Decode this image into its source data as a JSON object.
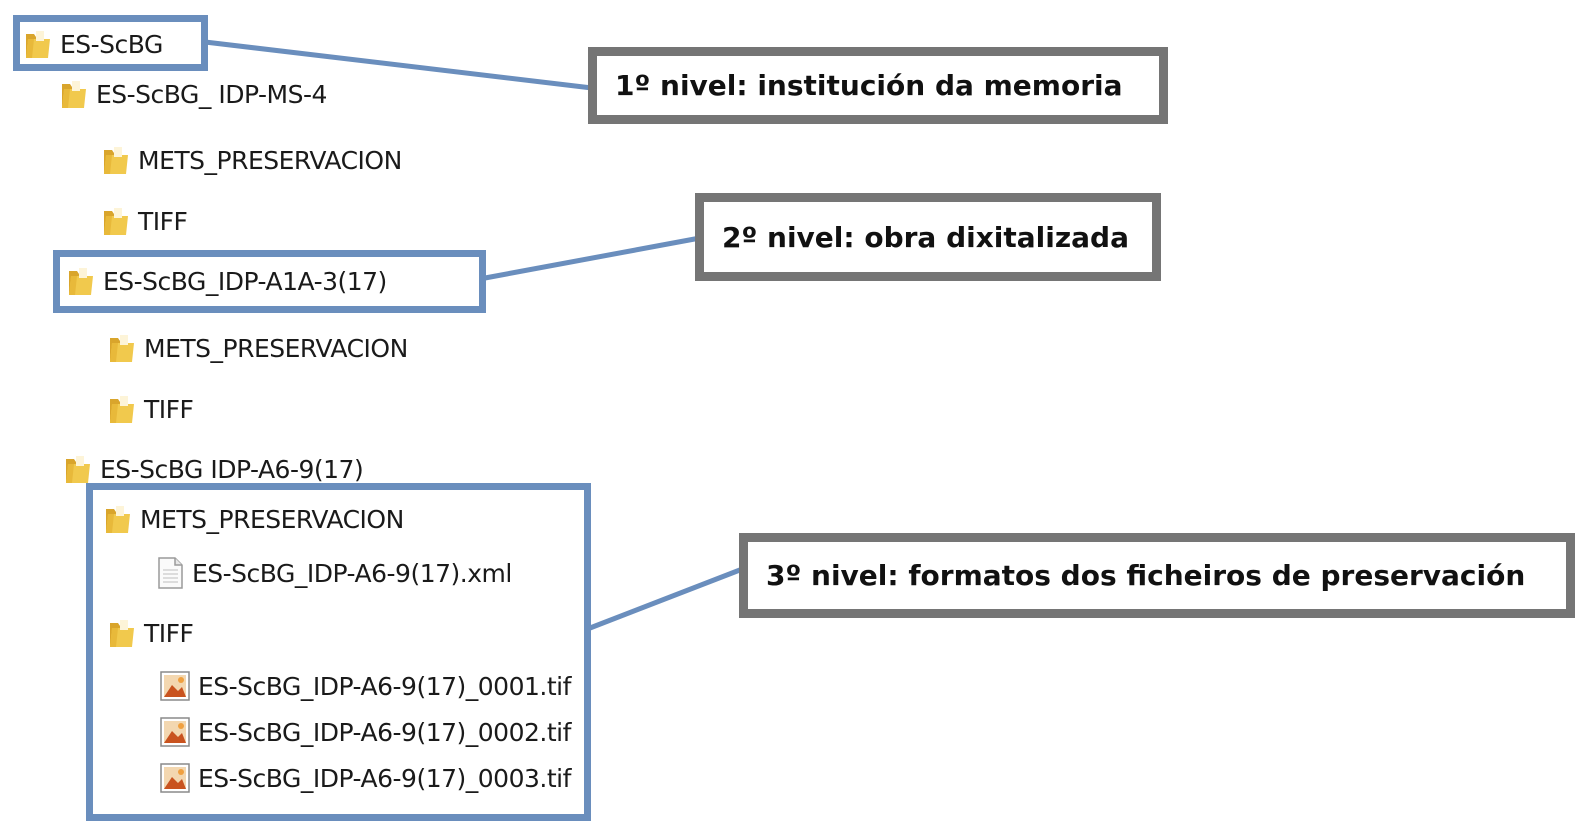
{
  "tree": {
    "root": "ES-ScBG",
    "work1": {
      "name": "ES-ScBG_ IDP-MS-4",
      "children": [
        "METS_PRESERVACION",
        "TIFF"
      ]
    },
    "work2": {
      "name": "ES-ScBG_IDP-A1A-3(17)",
      "children": [
        "METS_PRESERVACION",
        "TIFF"
      ]
    },
    "work3": {
      "name": "ES-ScBG IDP-A6-9(17)",
      "mets_folder": "METS_PRESERVACION",
      "xml_file": "ES-ScBG_IDP-A6-9(17).xml",
      "tiff_folder": "TIFF",
      "tif_files": [
        "ES-ScBG_IDP-A6-9(17)_0001.tif",
        "ES-ScBG_IDP-A6-9(17)_0002.tif",
        "ES-ScBG_IDP-A6-9(17)_0003.tif"
      ]
    }
  },
  "callouts": {
    "level1": "1º nivel: institución da memoria",
    "level2": "2º nivel: obra dixitalizada",
    "level3": "3º nivel: formatos dos ficheiros de preservación"
  },
  "colors": {
    "highlight_border": "#6a8ebd",
    "callout_border": "#757575",
    "folder": "#e8b93a"
  },
  "icons": {
    "folder": "folder-icon",
    "file": "document-icon",
    "image": "image-file-icon"
  }
}
